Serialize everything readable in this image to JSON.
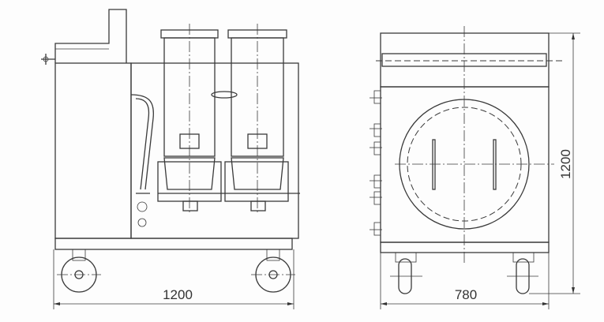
{
  "side_view": {
    "width_label": "1200"
  },
  "front_view": {
    "width_label": "780",
    "height_label": "1200"
  }
}
